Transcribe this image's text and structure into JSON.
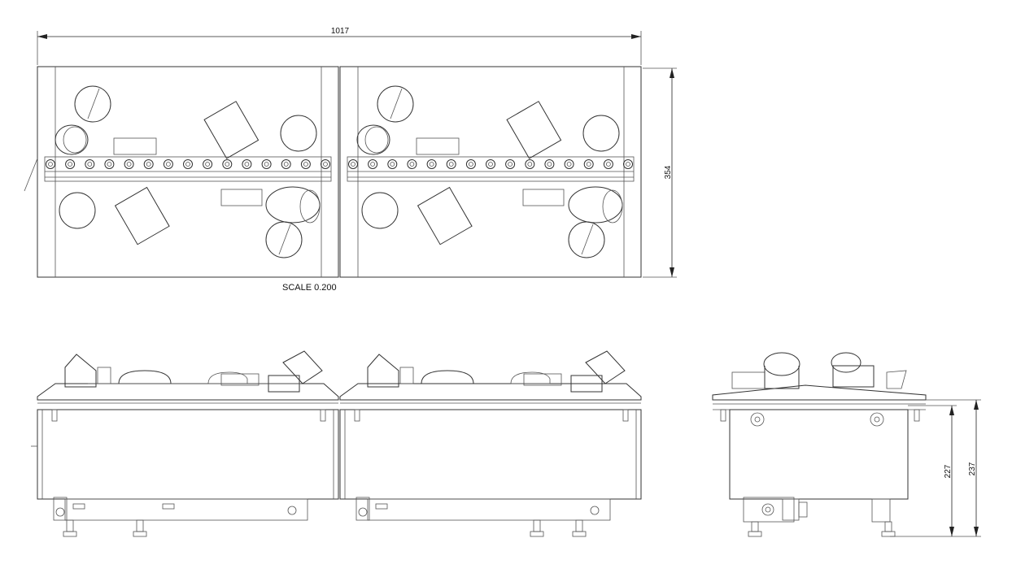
{
  "dimensions": {
    "overall_width": "1017",
    "overall_depth": "354",
    "height_a": "227",
    "height_b": "237"
  },
  "scale_label": "SCALE  0.200",
  "colors": {
    "line": "#333333",
    "dimension": "#222222",
    "background": "#ffffff"
  }
}
